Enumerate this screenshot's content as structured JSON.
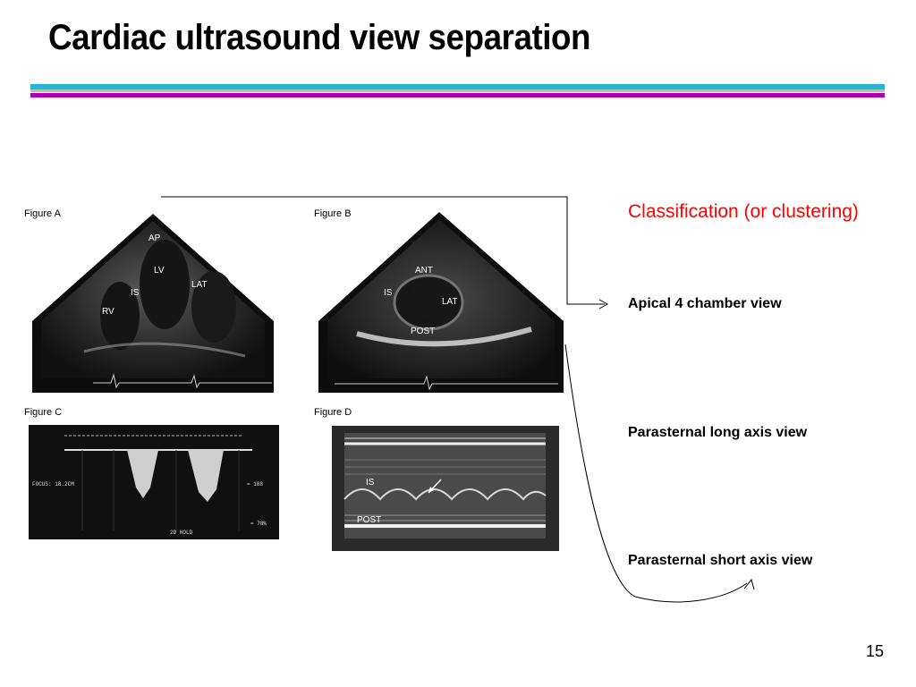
{
  "slide": {
    "title": "Cardiac ultrasound view separation",
    "page_number": "15"
  },
  "figures": [
    {
      "label": "Figure A",
      "annotations": [
        "AP",
        "LV",
        "IS",
        "LAT",
        "RV"
      ]
    },
    {
      "label": "Figure B",
      "annotations": [
        "ANT",
        "IS",
        "LAT",
        "POST"
      ]
    },
    {
      "label": "Figure C",
      "annotations": [
        "FOCUS: 18.2CM",
        "= 188",
        "2D HOLD",
        "= 78%"
      ]
    },
    {
      "label": "Figure D",
      "annotations": [
        "IS",
        "POST"
      ]
    }
  ],
  "classification": {
    "heading": "Classification (or clustering)",
    "views": [
      "Apical 4 chamber view",
      "Parasternal long axis view",
      "Parasternal short axis view"
    ]
  },
  "colors": {
    "heading": "#ff0000",
    "rule_cyan": "#22b8d6",
    "rule_purple": "#b000b0"
  }
}
